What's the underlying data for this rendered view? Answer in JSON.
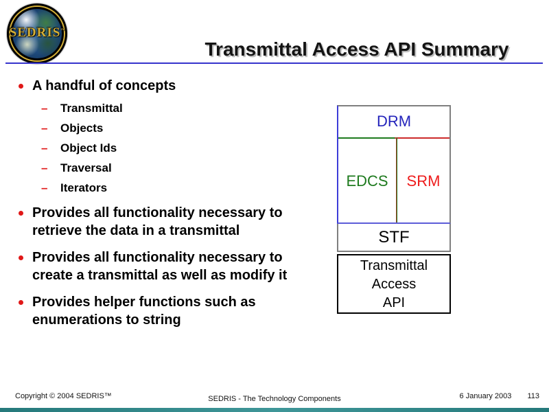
{
  "logo": {
    "text": "SEDRIS",
    "tm": "™"
  },
  "header": {
    "title": "Transmittal Access API Summary"
  },
  "content": {
    "bullets": [
      {
        "lines": [
          "A handful of concepts"
        ],
        "subs": [
          "Transmittal",
          "Objects",
          "Object Ids",
          "Traversal",
          "Iterators"
        ]
      },
      {
        "lines": [
          "Provides all functionality necessary to",
          "retrieve the data in a transmittal"
        ],
        "subs": []
      },
      {
        "lines": [
          "Provides all functionality necessary to",
          "create a transmittal as well as modify it"
        ],
        "subs": []
      },
      {
        "lines": [
          "Provides helper functions such as",
          "enumerations to string"
        ],
        "subs": []
      }
    ]
  },
  "diagram": {
    "drm_label": "DRM",
    "edcs_label": "EDCS",
    "srm_label": "SRM",
    "stf_label": "STF",
    "api_lines": [
      "Transmittal",
      "Access",
      "API"
    ]
  },
  "footer": {
    "copyright": "Copyright © 2004 SEDRIS™",
    "center": "SEDRIS - The Technology Components",
    "date": "6 January 2003",
    "page": "113"
  },
  "colors": {
    "accent_underline": "#3633cc",
    "bullet_red": "#e01818",
    "drm_blue": "#2424bb",
    "edcs_green": "#1e7a1e",
    "srm_red": "#ee1c1c",
    "outer_gray": "#7f7f7f",
    "outer_left_blue": "#3c3cd8",
    "outer_bottom_blue": "#5c5cd8",
    "gold": "#d4af37",
    "teal_bar": "#2e8688"
  }
}
